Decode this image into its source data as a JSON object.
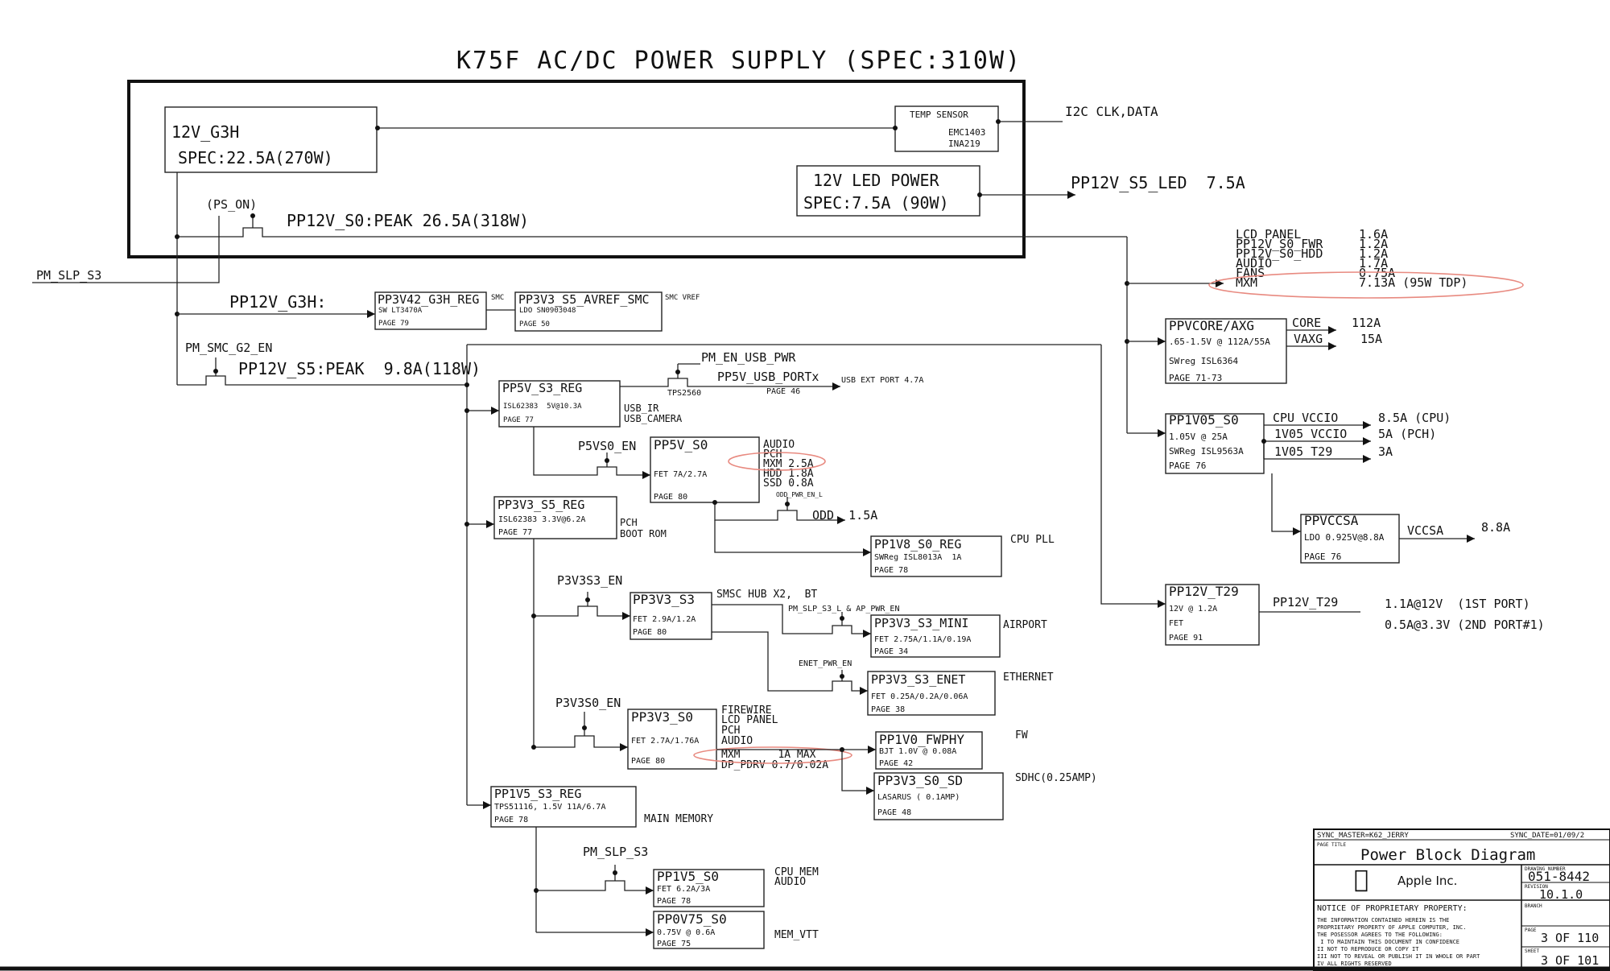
{
  "title": "K75F AC/DC POWER SUPPLY (SPEC:310W)",
  "psu": {
    "rail_name": "12V_G3H",
    "rail_spec": "SPEC:22.5A(270W)",
    "temp_sensor": {
      "name": "TEMP SENSOR",
      "line1": "EMC1403",
      "line2": "INA219"
    },
    "i2c": "I2C CLK,DATA",
    "led_power": {
      "name": "12V LED POWER",
      "spec": "SPEC:7.5A (90W)"
    },
    "led_rail": "PP12V_S5_LED  7.5A",
    "ps_on": "(PS_ON)",
    "s0_peak": "PP12V_S0:PEAK 26.5A(318W)"
  },
  "signals": {
    "pm_slp_s3": "PM_SLP_S3",
    "g3h_label": "PP12V_G3H:",
    "pm_smc_g2_en": "PM_SMC_G2_EN",
    "s5_peak": "PP12V_S5:PEAK  9.8A(118W)",
    "pm_en_usb_pwr": "PM_EN_USB_PWR",
    "p5vs0_en": "P5VS0_EN",
    "odd_pwr_en_l": "ODD_PWR_EN_L",
    "p3v3s3_en": "P3V3S3_EN",
    "pm_slp_s3_l_ap": "PM_SLP_S3_L & AP_PWR_EN",
    "enet_pwr_en": "ENET_PWR_EN",
    "p3v3s0_en": "P3V3S0_EN",
    "pm_slp_s3_b": "PM_SLP_S3"
  },
  "blocks": {
    "pp3v42": {
      "name": "PP3V42_G3H_REG",
      "l1": "SW LT3470A",
      "l2": "PAGE 79",
      "tag": "SMC"
    },
    "pp3v3avref": {
      "name": "PP3V3_S5_AVREF_SMC",
      "l1": "LDO SN0903048",
      "l2": "PAGE 50",
      "tag": "SMC VREF"
    },
    "pp5v_s3": {
      "name": "PP5V_S3_REG",
      "l1": "ISL62383  5V@10.3A",
      "l2": "PAGE 77",
      "loads": [
        "USB_IR",
        "USB_CAMERA"
      ]
    },
    "tps2560": "TPS2560",
    "usb_portx": "PP5V_USB_PORTx",
    "usb_page": "PAGE 46",
    "usb_ext": "USB EXT PORT 4.7A",
    "pp5v_s0": {
      "name": "PP5V_S0",
      "l1": "FET 7A/2.7A",
      "l2": "PAGE 80",
      "loads": [
        "AUDIO",
        "PCH",
        "MXM 2.5A",
        "HDD 1.8A",
        "SSD 0.8A"
      ]
    },
    "odd": "ODD  1.5A",
    "pp3v3_s5": {
      "name": "PP3V3_S5_REG",
      "l1": "ISL62383 3.3V@6.2A",
      "l2": "PAGE 77",
      "loads": [
        "PCH",
        "BOOT ROM"
      ]
    },
    "pp1v8": {
      "name": "PP1V8_S0_REG",
      "l1": "SWReg ISL8013A  1A",
      "l2": "PAGE 78",
      "load": "CPU PLL"
    },
    "pp3v3_s3": {
      "name": "PP3V3_S3",
      "l1": "FET 2.9A/1.2A",
      "l2": "PAGE 80",
      "load": "SMSC HUB X2,  BT"
    },
    "pp3v3_s3_mini": {
      "name": "PP3V3_S3_MINI",
      "l1": "FET 2.75A/1.1A/0.19A",
      "l2": "PAGE 34",
      "load": "AIRPORT"
    },
    "pp3v3_s3_enet": {
      "name": "PP3V3_S3_ENET",
      "l1": "FET 0.25A/0.2A/0.06A",
      "l2": "PAGE 38",
      "load": "ETHERNET"
    },
    "pp3v3_s0": {
      "name": "PP3V3_S0",
      "l1": "FET 2.7A/1.76A",
      "l2": "PAGE 80",
      "loads": [
        "FIREWIRE",
        "LCD PANEL",
        "PCH",
        "AUDIO",
        "MXM      1A MAX",
        "DP_PDRV 0.7/0.02A"
      ]
    },
    "pp1v0_fw": {
      "name": "PP1V0_FWPHY",
      "l1": "BJT 1.0V @ 0.08A",
      "l2": "PAGE 42",
      "load": "FW"
    },
    "pp3v3_sd": {
      "name": "PP3V3_S0_SD",
      "l1": "LASARUS ( 0.1AMP)",
      "l2": "PAGE 48",
      "load": "SDHC(0.25AMP)"
    },
    "pp1v5_s3": {
      "name": "PP1V5_S3_REG",
      "l1": "TPS51116, 1.5V 11A/6.7A",
      "l2": "PAGE 78",
      "load": "MAIN MEMORY"
    },
    "pp1v5_s0": {
      "name": "PP1V5_S0",
      "l1": "FET 6.2A/3A",
      "l2": "PAGE 78",
      "loads": [
        "CPU MEM",
        "AUDIO"
      ]
    },
    "pp0v75": {
      "name": "PP0V75_S0",
      "l1": "0.75V @ 0.6A",
      "l2": "PAGE 75",
      "load": "MEM_VTT"
    },
    "ppvcore": {
      "name": "PPVCORE/AXG",
      "l1": ".65-1.5V @ 112A/55A",
      "l2": "SWreg ISL6364",
      "l3": "PAGE 71-73"
    },
    "core": "CORE",
    "core_a": "112A",
    "vaxg": "VAXG",
    "vaxg_a": "15A",
    "pp1v05": {
      "name": "PP1V05_S0",
      "l1": "1.05V @ 25A",
      "l2": "SWReg ISL9563A",
      "l3": "PAGE 76"
    },
    "cpu_vccio": "CPU VCCIO",
    "cpu_vccio_a": "8.5A (CPU)",
    "v105_vccio": "1V05 VCCIO",
    "v105_vccio_a": "5A (PCH)",
    "v105_t29": "1V05 T29",
    "v105_t29_a": "3A",
    "ppvccsa": {
      "name": "PPVCCSA",
      "l1": "LDO 0.925V@8.8A",
      "l2": "PAGE 76"
    },
    "vccsa": "VCCSA",
    "vccsa_a": "8.8A",
    "pp12v_t29": {
      "name": "PP12V_T29",
      "l1": "12V @ 1.2A",
      "l2": "FET",
      "l3": "PAGE 91"
    },
    "t29_rail": "PP12V_T29",
    "t29_p1": "1.1A@12V  (1ST PORT)",
    "t29_p2": "0.5A@3.3V (2ND PORT#1)"
  },
  "loads_12v": [
    {
      "name": "LCD PANEL",
      "val": "1.6A"
    },
    {
      "name": "PP12V_S0_FWR",
      "val": "1.2A"
    },
    {
      "name": "PP12V_S0_HDD",
      "val": "1.2A"
    },
    {
      "name": "AUDIO",
      "val": "1.7A"
    },
    {
      "name": "FANS",
      "val": "0.75A"
    },
    {
      "name": "MXM",
      "val": "7.13A (95W TDP)"
    }
  ],
  "title_block": {
    "sync_master": "SYNC_MASTER=K62_JERRY",
    "sync_date": "SYNC_DATE=01/09/2",
    "page_title_label": "PAGE TITLE",
    "page_title": "Power Block Diagram",
    "company": "Apple Inc.",
    "dwg_label": "DRAWING NUMBER",
    "dwg": "051-8442",
    "rev_label": "REVISION",
    "rev": "10.1.0",
    "notice": "NOTICE OF PROPRIETARY PROPERTY:",
    "notice_lines": [
      "THE INFORMATION CONTAINED HEREIN IS THE",
      "PROPRIETARY PROPERTY OF APPLE COMPUTER, INC.",
      "THE POSESSOR AGREES TO THE FOLLOWING:",
      " I TO MAINTAIN THIS DOCUMENT IN CONFIDENCE",
      "II NOT TO REPRODUCE OR COPY IT",
      "III NOT TO REVEAL OR PUBLISH IT IN WHOLE OR PART",
      "IV ALL RIGHTS RESERVED"
    ],
    "branch_label": "BRANCH",
    "page_label": "PAGE",
    "page": "3 OF 110",
    "sheet_label": "SHEET",
    "sheet": "3 OF 101"
  }
}
